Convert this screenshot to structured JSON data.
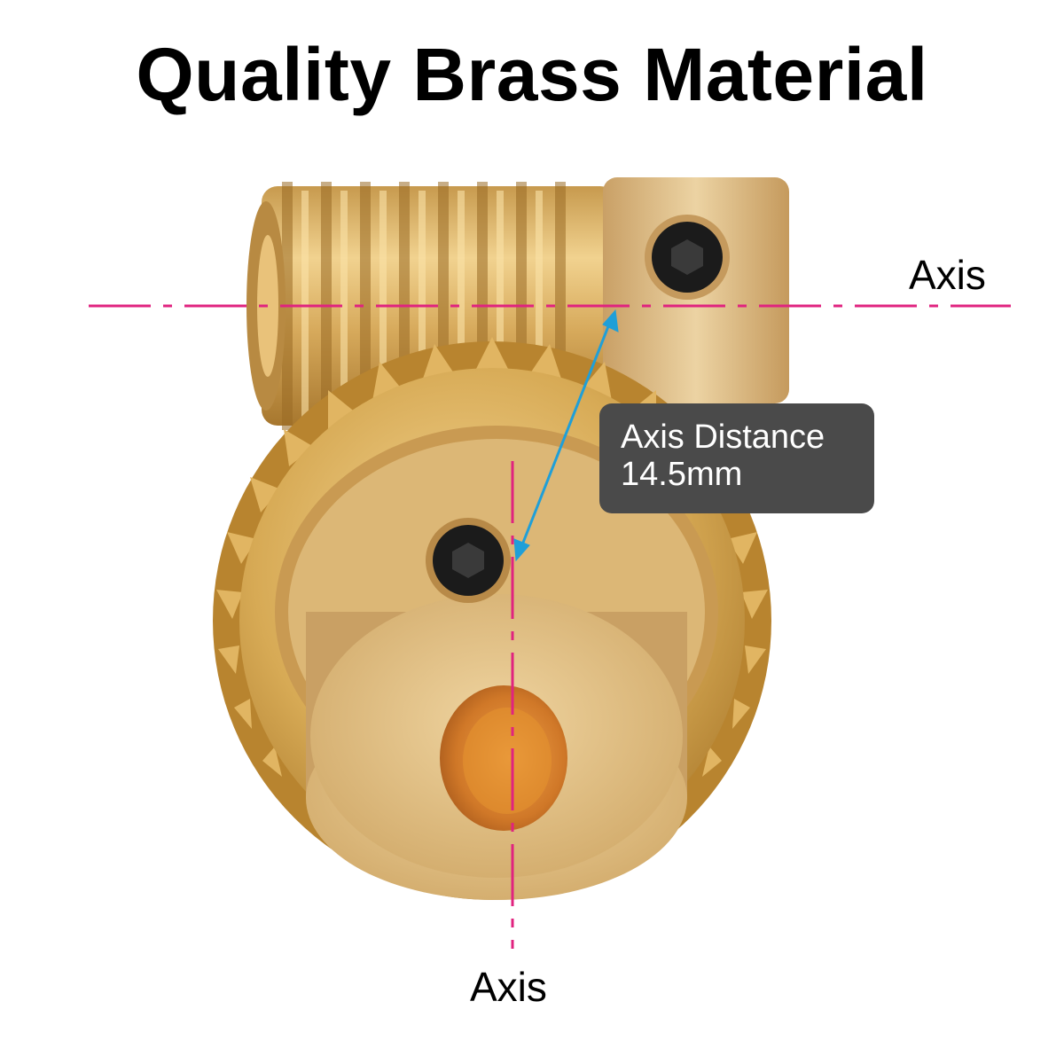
{
  "title": "Quality Brass Material",
  "labels": {
    "horizontal_axis": "Axis",
    "vertical_axis": "Axis"
  },
  "callout": {
    "line1": "Axis Distance",
    "line2": "14.5mm"
  },
  "colors": {
    "axis_line": "#e0237f",
    "distance_arrow": "#1f9fd8",
    "callout_bg": "#4a4a4a",
    "brass": "#d9b068"
  }
}
